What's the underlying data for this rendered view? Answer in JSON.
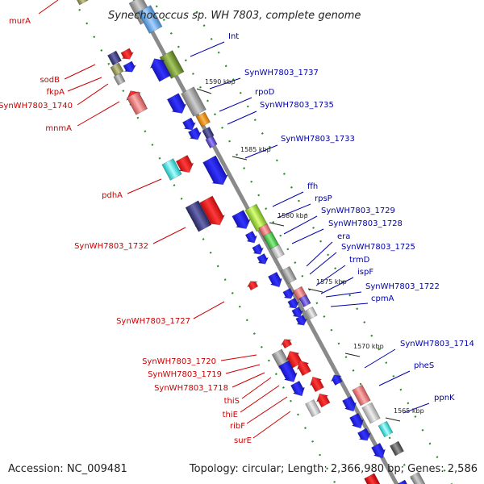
{
  "title": "Synechococcus sp. WH 7803, complete genome",
  "footer": {
    "accession": "Accession: NC_009481",
    "topology": "Topology: circular; Length: 2,366,980 bp; Genes: 2,586"
  },
  "colors": {
    "plus_strand_label": "#cc0000",
    "minus_strand_label": "#0000aa",
    "backbone": "#888888",
    "tick_dots": "#2a8a2a",
    "gene_blue": "#1a1ae6",
    "gene_red": "#ee1111"
  },
  "ruler": [
    {
      "label": "1590 kbp"
    },
    {
      "label": "1585 kbp"
    },
    {
      "label": "1580 kbp"
    },
    {
      "label": "1575 kbp"
    },
    {
      "label": "1570 kbp"
    },
    {
      "label": "1565 kbp"
    }
  ],
  "left_labels": [
    "murA",
    "sodB",
    "fkpA",
    "SynWH7803_1740",
    "mnmA",
    "pdhA",
    "SynWH7803_1732",
    "SynWH7803_1727",
    "SynWH7803_1720",
    "SynWH7803_1719",
    "SynWH7803_1718",
    "thiS",
    "thiE",
    "ribF",
    "surE"
  ],
  "right_labels": [
    "Int",
    "SynWH7803_1737",
    "rpoD",
    "SynWH7803_1735",
    "SynWH7803_1733",
    "ffh",
    "rpsP",
    "SynWH7803_1729",
    "SynWH7803_1728",
    "era",
    "SynWH7803_1725",
    "trmD",
    "ispF",
    "SynWH7803_1722",
    "cpmA",
    "SynWH7803_1714",
    "pheS",
    "ppnK"
  ]
}
